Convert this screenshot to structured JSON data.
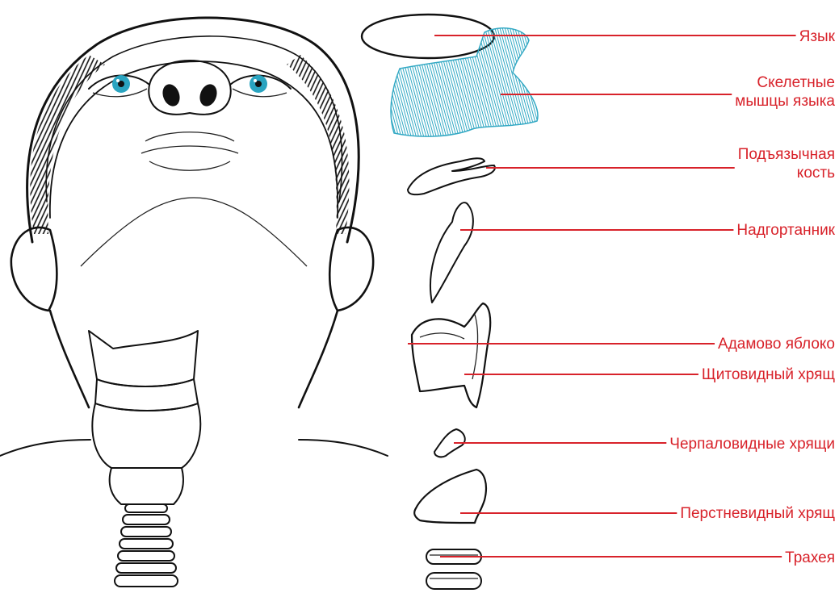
{
  "diagram": {
    "label_color": "#d8222a",
    "muscle_color": "#34a9c4",
    "eye_color": "#2aa4c0",
    "labels": [
      {
        "id": "tongue",
        "lines": [
          "Язык"
        ]
      },
      {
        "id": "tongue-muscles",
        "lines": [
          "Скелетные",
          "мышцы языка"
        ]
      },
      {
        "id": "hyoid",
        "lines": [
          "Подъязычная",
          "кость"
        ]
      },
      {
        "id": "epiglottis",
        "lines": [
          "Надгортанник"
        ]
      },
      {
        "id": "adams-apple",
        "lines": [
          "Адамово яблоко"
        ]
      },
      {
        "id": "thyroid-cartilage",
        "lines": [
          "Щитовидный хрящ"
        ]
      },
      {
        "id": "arytenoid-cartilages",
        "lines": [
          "Черпаловидные хрящи"
        ]
      },
      {
        "id": "cricoid-cartilage",
        "lines": [
          "Перстневидный хрящ"
        ]
      },
      {
        "id": "trachea",
        "lines": [
          "Трахея"
        ]
      }
    ]
  }
}
